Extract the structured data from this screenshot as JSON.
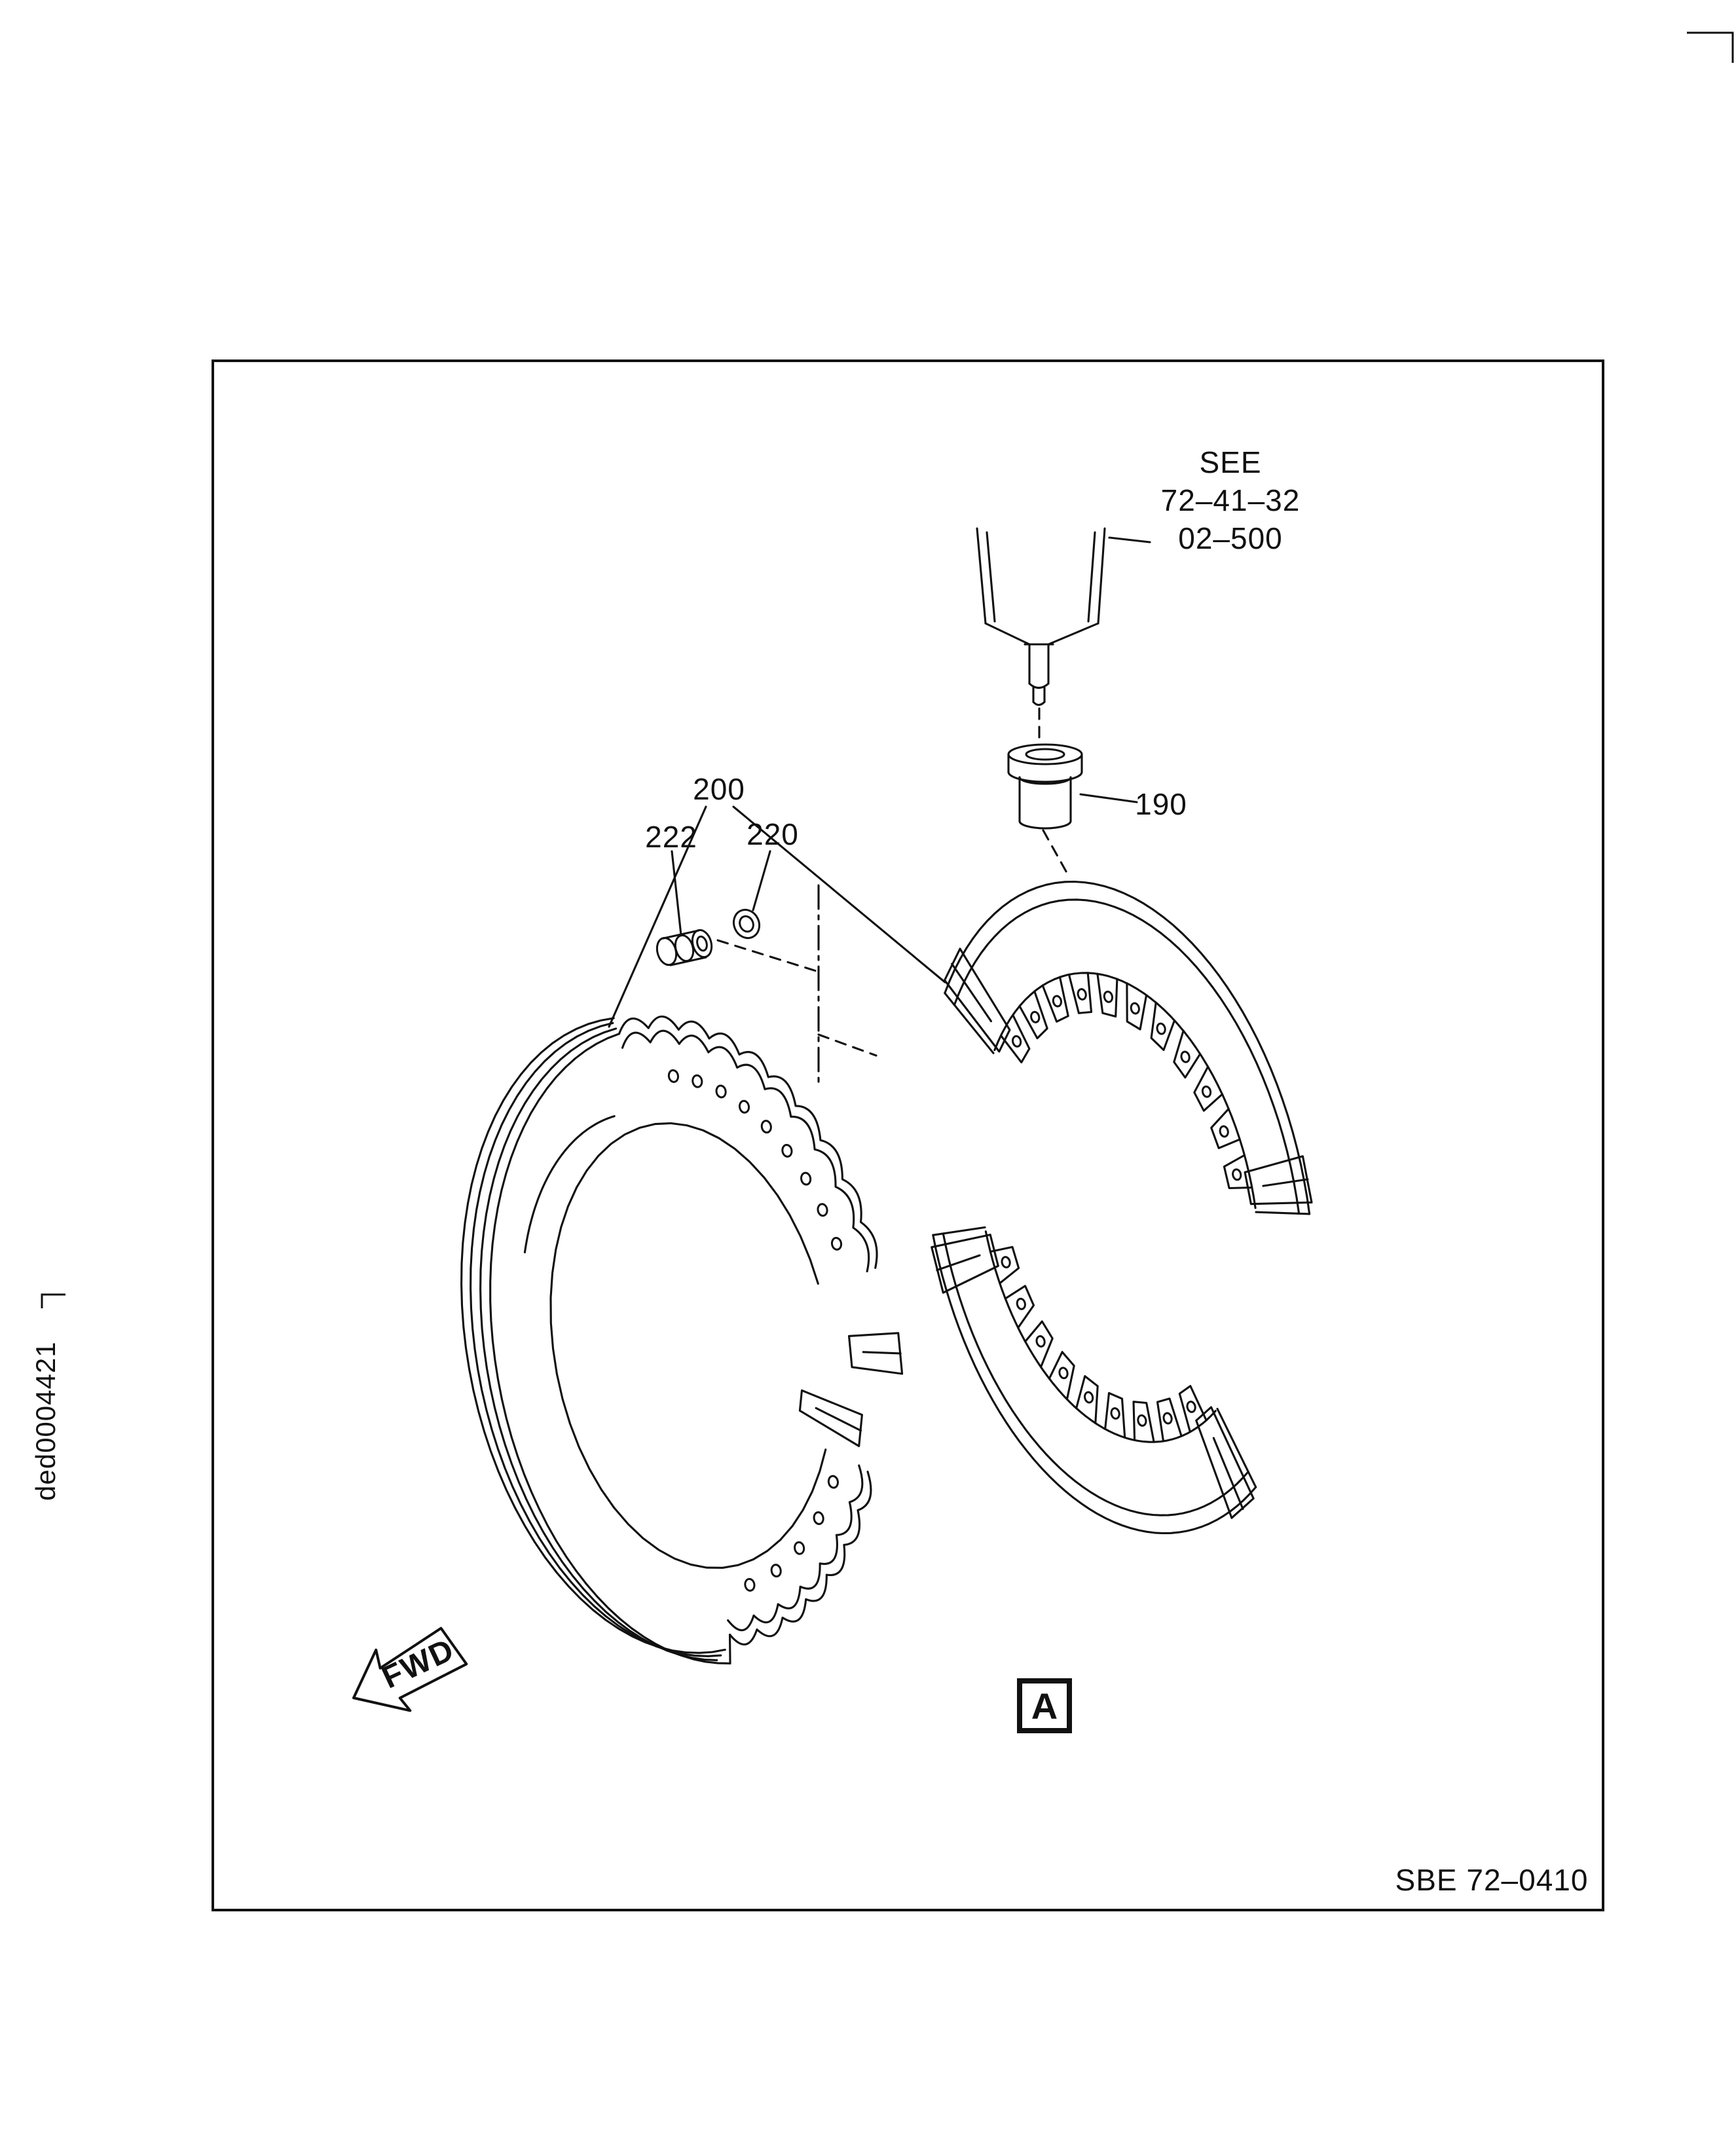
{
  "figure": {
    "code": "SBE 72–0410",
    "artwork_id": "ded0004421",
    "detail_marker": "A",
    "fwd_label": "FWD"
  },
  "callouts": {
    "see_reference": {
      "line1": "SEE",
      "line2": "72–41–32",
      "line3": "02–500"
    },
    "part_190": "190",
    "part_200": "200",
    "part_220": "220",
    "part_222": "222"
  },
  "colors": {
    "line": "#111111",
    "background": "#ffffff"
  }
}
